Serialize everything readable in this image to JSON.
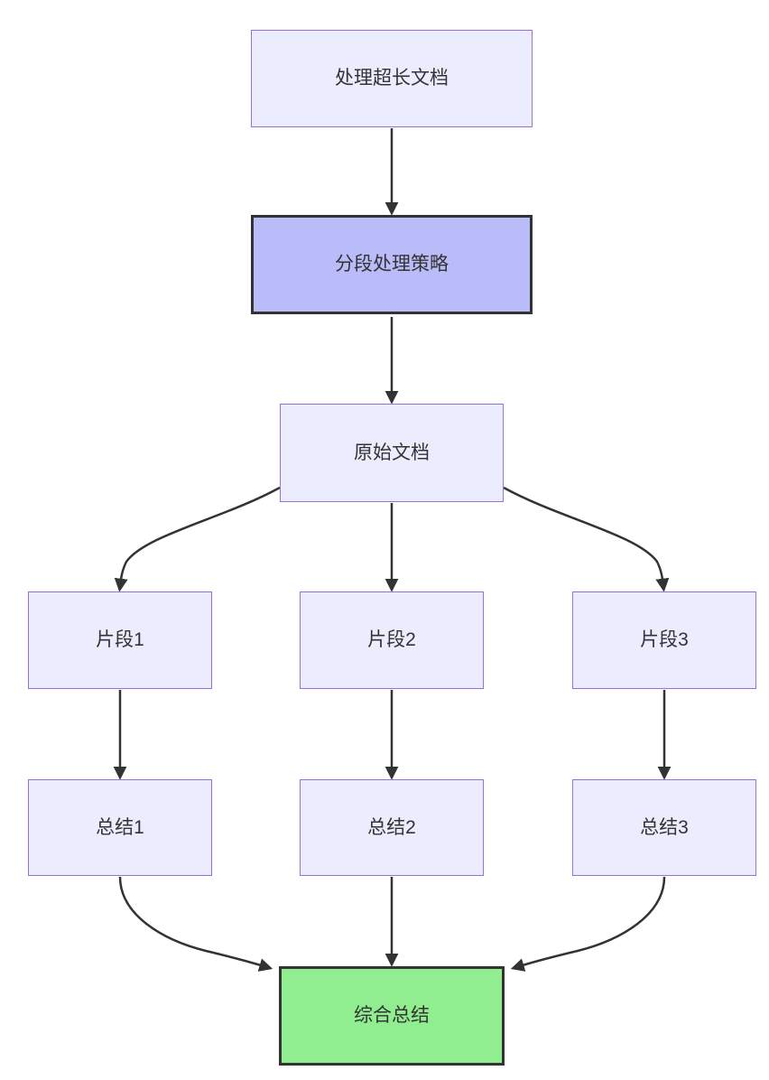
{
  "diagram": {
    "type": "flowchart",
    "direction": "top-down",
    "background": "#ffffff",
    "colors": {
      "node_fill": "#ECECFF",
      "node_border": "#9370DB",
      "emphasis_fill": "#B9BCF9",
      "emphasis_border": "#333333",
      "success_fill": "#90EE90",
      "success_border": "#333333",
      "edge_stroke": "#333333",
      "text": "#333333"
    },
    "nodes": [
      {
        "id": "process-long-doc",
        "label": "处理超长文档",
        "style": "default"
      },
      {
        "id": "segmentation-strategy",
        "label": "分段处理策略",
        "style": "emphasis"
      },
      {
        "id": "original-doc",
        "label": "原始文档",
        "style": "default"
      },
      {
        "id": "fragment-1",
        "label": "片段1",
        "style": "default"
      },
      {
        "id": "fragment-2",
        "label": "片段2",
        "style": "default"
      },
      {
        "id": "fragment-3",
        "label": "片段3",
        "style": "default"
      },
      {
        "id": "summary-1",
        "label": "总结1",
        "style": "default"
      },
      {
        "id": "summary-2",
        "label": "总结2",
        "style": "default"
      },
      {
        "id": "summary-3",
        "label": "总结3",
        "style": "default"
      },
      {
        "id": "final-summary",
        "label": "综合总结",
        "style": "success"
      }
    ],
    "edges": [
      {
        "from": "process-long-doc",
        "to": "segmentation-strategy"
      },
      {
        "from": "segmentation-strategy",
        "to": "original-doc"
      },
      {
        "from": "original-doc",
        "to": "fragment-1"
      },
      {
        "from": "original-doc",
        "to": "fragment-2"
      },
      {
        "from": "original-doc",
        "to": "fragment-3"
      },
      {
        "from": "fragment-1",
        "to": "summary-1"
      },
      {
        "from": "fragment-2",
        "to": "summary-2"
      },
      {
        "from": "fragment-3",
        "to": "summary-3"
      },
      {
        "from": "summary-1",
        "to": "final-summary"
      },
      {
        "from": "summary-2",
        "to": "final-summary"
      },
      {
        "from": "summary-3",
        "to": "final-summary"
      }
    ]
  }
}
